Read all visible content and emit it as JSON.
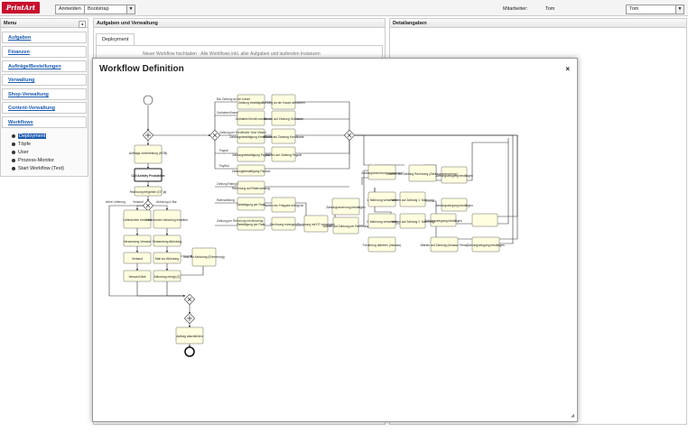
{
  "topbar": {
    "logo_text": "PrintArt",
    "login_label": "Anmelden",
    "theme_select": "Bootstrap",
    "employee_label": "Mitarbeiter:",
    "employee_value": "Tom",
    "user_select": "Tom"
  },
  "menu": {
    "title": "Menu",
    "items": [
      {
        "label": "Aufgaben"
      },
      {
        "label": "Finanzen"
      },
      {
        "label": "Aufträge/Bestellungen"
      },
      {
        "label": "Verwaltung"
      },
      {
        "label": "Shop-Verwaltung"
      },
      {
        "label": "Content-Verwaltung"
      },
      {
        "label": "Workflows"
      }
    ],
    "workflow_items": [
      {
        "label": "Deployment"
      },
      {
        "label": "Töpfe"
      },
      {
        "label": "User"
      },
      {
        "label": "Prozess-Monitor"
      },
      {
        "label": "Start Workflow (Test)"
      }
    ]
  },
  "main": {
    "title": "Aufgaben und Verwaltung",
    "tab": "Deployment",
    "partial_text": "Neuer Workflow hochladen · Alle Workflows inkl. aller Aufgaben und laufenden Instanzen"
  },
  "details": {
    "title": "Detailangaben"
  },
  "dialog": {
    "title": "Workflow Definition",
    "close": "×",
    "diagram": {
      "tasks": {
        "auftrag_vorbereitung": "Auftrags-Vorbereitung (HOB)",
        "call_activity": "Call Activity Produktion",
        "rechnung_freigeben": "Rechnung freigeben (GT ja)",
        "lieferschein_erstellen": "Lieferschein erstellen",
        "versandung_versand": "Versandung Versand",
        "versand": "Versand",
        "versand_mail": "Versand Mail",
        "lieferschein_abholung": "Lieferschein Abholung erstellen",
        "versandung_abholung": "Versandung Abholung",
        "mail_abholung": "Mail zur Abholung",
        "mail_erinnerung": "Mail zur Abholung (Erinnerung)",
        "abholung_erfolgt": "Abholung erfolgt (2)",
        "auftrag_abschliessen": "Auftrag abschließen",
        "zahlung_bestaetigen": "Zahlung bestätigen",
        "zahlung_abbuchen": "Zahlung an der Kasse abbuchen",
        "guthaben_nutzen": "Guthaben/Kredit nutzen",
        "warten_guthaben": "Warten auf Zahlung Guthaben",
        "zahlungseingang_kreditkarte": "Zahlungsbestätigung Kreditkarte",
        "warten_kreditkarte": "Warten auf Zahlung Kreditkarte",
        "zahlungseingang_paypal": "Zahlungsbestätigung Paypal",
        "warten_paypal": "Warten auf Zahlung Paypal",
        "zahlung_paybox": "Zahlungsbestätigung Paybox",
        "rechnung_ratenzahlung": "Rechnung auf Ratenzahlung",
        "bestaetigung_rate": "Bestätigung per Rate",
        "warten_freigabe": "Warten bis Freigabe erfolgt ist",
        "rechnung_erzeugen": "Rechnung erzeugen",
        "rechnung_mit_versenden": "Rechnung mit DT versenden",
        "warten_auf_rechnung": "Warten auf Zahlung per Rechnung",
        "zahlungsrechnung_bestaetigen": "Zahlungsrechnung bestätigen",
        "zahlungserinnerung": "Zahlungserinnerung versenden",
        "warten_rechnung_erinnerung": "Warten auf Zahlung Rechnung (Zahlungserinnerung)",
        "zahlungseingang_bestaetigen": "Zahlungseingang bestätigen",
        "mahnung_1": "1. Mahnung versenden",
        "warten_mahnung_1": "Warten auf Zahlung 1. Mahnung",
        "zahlungseingang_bestaetigen_2": "Zahlungseingang bestätigen",
        "mahnung_2": "2. Mahnung versenden",
        "warten_mahnung_2": "Warten auf Zahlung 2. Mahnung",
        "zahlungseingang_bestaetigen_3": "Zahlungseingang bestätigen",
        "forderung_inkasso": "Forderung abtreten (Inkasso)",
        "warten_inkasso": "Warten auf Zahlung (Inkasso Firma)",
        "zahlungseingang_bestaetigen_4": "Zahlungseingang bestätigen"
      },
      "labels": {
        "keine_lieferung": "keine Lieferung",
        "versand_lbl": "Versand",
        "abholung_bar": "Abholung in Bar",
        "bar": "Bar Zahlung an der Kasse",
        "guthaben": "Guthaben/Kasse",
        "kreditkarte": "Zahlung per Kreditkarte Visa/ Master",
        "paypal": "Paypal",
        "paybox": "PayBox",
        "rate": "Zahlung Rating 0",
        "ratenzahlung": "Ratenzahlung",
        "rechnung": "Zahlung per Rechnung mit Abschlag",
        "rechnung_label": "Rechnung"
      }
    }
  }
}
